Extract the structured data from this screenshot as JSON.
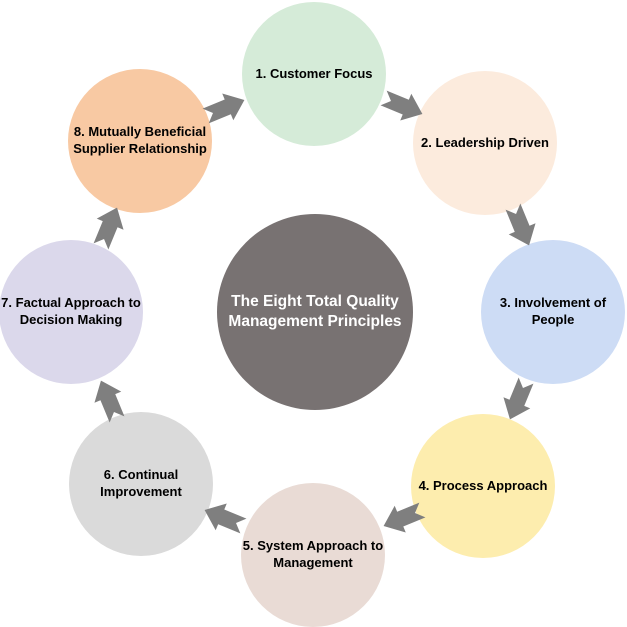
{
  "diagram": {
    "title": "The Eight Total Quality Management Principles",
    "title_color": "#ffffff",
    "center_fill": "#787272",
    "arrow_color": "#7f7f7f",
    "background": "#ffffff",
    "flow": "clockwise",
    "principles": [
      {
        "label": "1. Customer Focus",
        "fill": "#d5ebd8"
      },
      {
        "label": "2. Leadership Driven",
        "fill": "#fcebdd"
      },
      {
        "label": "3. Involvement of People",
        "fill": "#cddcf5"
      },
      {
        "label": "4. Process Approach",
        "fill": "#fdedae"
      },
      {
        "label": "5. System Approach to Management",
        "fill": "#e9dbd5"
      },
      {
        "label": "6. Continual Improvement",
        "fill": "#dadada"
      },
      {
        "label": "7. Factual Approach to Decision Making",
        "fill": "#dbd8eb"
      },
      {
        "label": "8. Mutually Beneficial Supplier Relationship",
        "fill": "#f8c9a3"
      }
    ]
  }
}
